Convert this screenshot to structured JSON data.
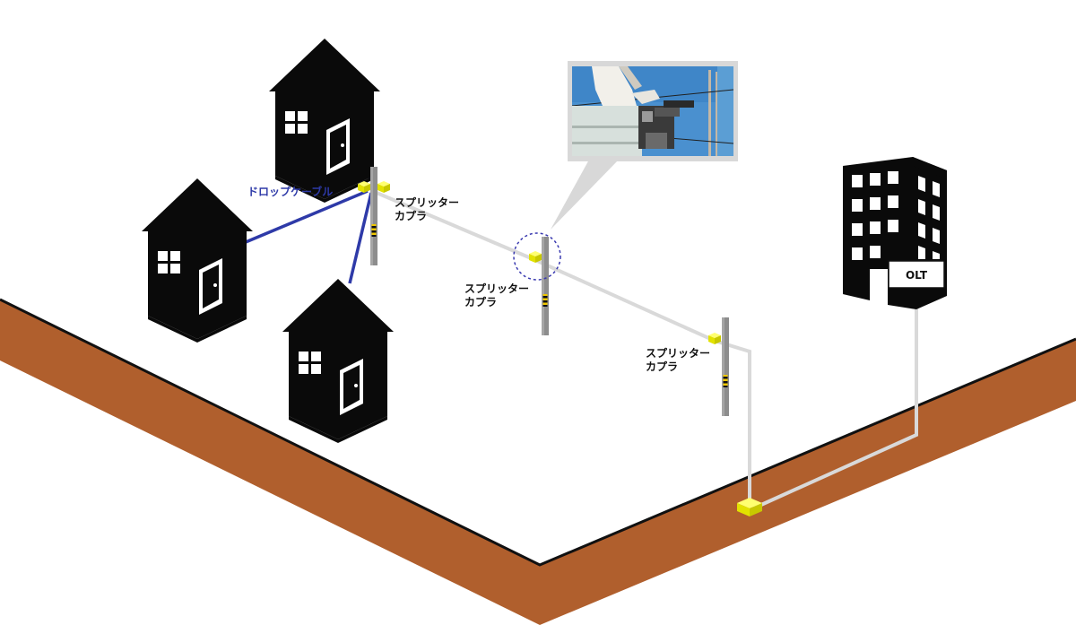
{
  "labels": {
    "drop_cable": "ドロップケーブル",
    "splitter_1": {
      "line1": "スプリッター",
      "line2": "カプラ"
    },
    "splitter_2": {
      "line1": "スプリッター",
      "line2": "カプラ"
    },
    "splitter_3": {
      "line1": "スプリッター",
      "line2": "カプラ"
    },
    "olt": "OLT"
  },
  "colors": {
    "ground_top": "#ffffff",
    "ground_side": "#b05f2d",
    "ground_edge": "#111111",
    "fiber": "#d9d9d9",
    "drop_cable": "#2e3aa8",
    "pole": "#8d8d8d",
    "splitter": "#f5f500",
    "silhouette": "#0a0a0a",
    "highlight_circle": "#3a3ab0"
  },
  "icons": {
    "house": "house-icon",
    "building": "building-icon",
    "pole": "utility-pole-icon",
    "splitter": "splitter-box-icon",
    "photo": "worker-on-pole-photo"
  }
}
